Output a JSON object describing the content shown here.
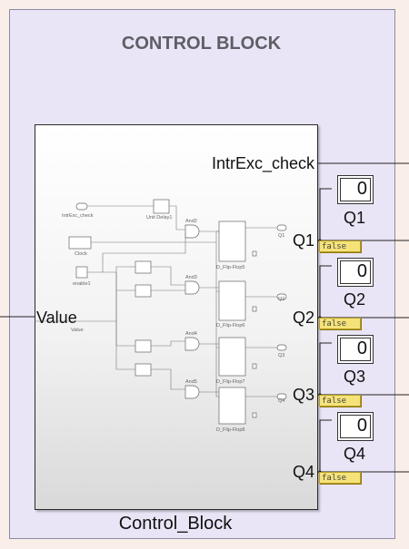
{
  "area": {
    "title": "CONTROL BLOCK"
  },
  "subsystem": {
    "name": "Control_Block",
    "inports": {
      "value": "Value"
    },
    "outports": {
      "intrexc": "IntrExc_check",
      "q1": "Q1",
      "q2": "Q2",
      "q3": "Q3",
      "q4": "Q4"
    },
    "inner": {
      "in_intrexc": "IntrExc_check",
      "unit_delay": "Unit Delay1",
      "clock": "Clock",
      "enable": "enable1",
      "value": "Value",
      "and2": "And2",
      "and3": "And3",
      "and4": "And4",
      "and5": "And5",
      "ff5": "D_Flip-Flop5",
      "ff6": "D_Flip-Flop6",
      "ff7": "D_Flip-Flop7",
      "ff8": "D_Flip-Flop8",
      "q1": "Q1",
      "q2": "Q2",
      "q3": "Q3",
      "q4": "Q4"
    }
  },
  "displays": [
    {
      "value": "0",
      "label": "Q1"
    },
    {
      "value": "0",
      "label": "Q2"
    },
    {
      "value": "0",
      "label": "Q3"
    },
    {
      "value": "0",
      "label": "Q4"
    }
  ],
  "badges": [
    "false",
    "false",
    "false",
    "false"
  ]
}
